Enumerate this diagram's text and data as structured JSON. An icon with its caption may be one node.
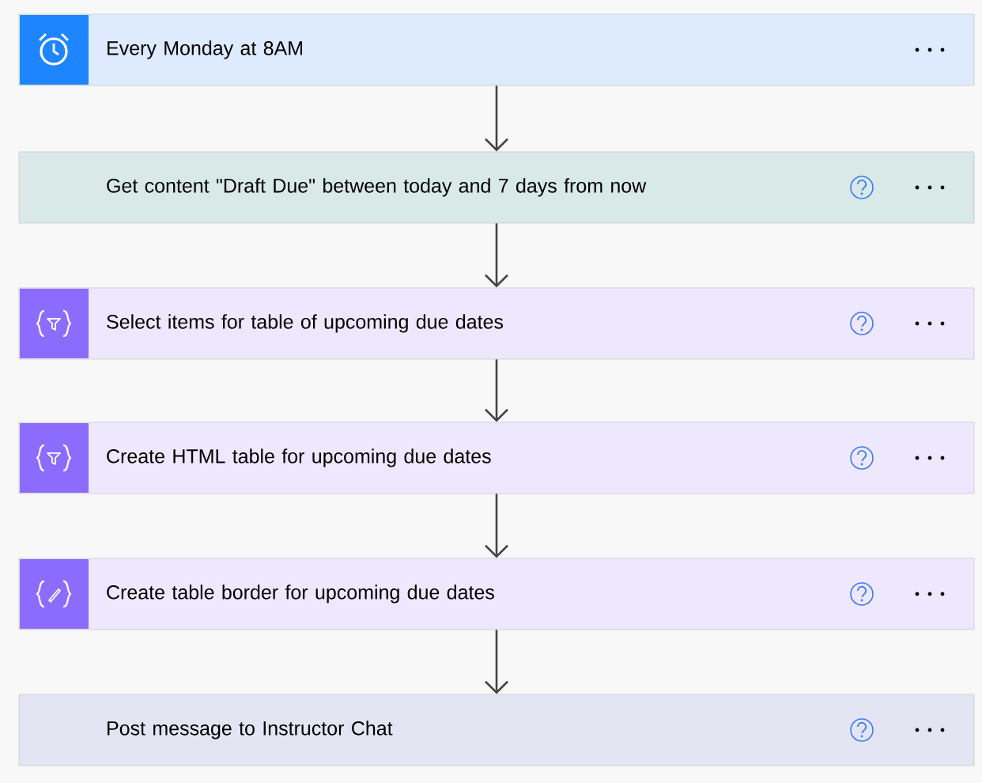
{
  "diagram": {
    "nodes": [
      {
        "text": [
          "Every Monday at 8AM"
        ]
      },
      {
        "text": [
          "Get content \"Draft Due\" between today and 7 days from now"
        ]
      },
      {
        "text": [
          "Select items for table of upcoming due dates"
        ]
      },
      {
        "text": [
          "Create HTML table for upcoming due dates"
        ]
      },
      {
        "text": [
          "Create table border for upcoming due dates"
        ]
      },
      {
        "text": [
          "Post message to Instructor Chat"
        ]
      }
    ],
    "edges": [
      {
        "from": 0,
        "to": 1,
        "arrow": "to"
      },
      {
        "from": 1,
        "to": 2,
        "arrow": "to"
      },
      {
        "from": 2,
        "to": 3,
        "arrow": "to"
      },
      {
        "from": 3,
        "to": 4,
        "arrow": "to"
      },
      {
        "from": 4,
        "to": 5,
        "arrow": "to"
      }
    ]
  }
}
